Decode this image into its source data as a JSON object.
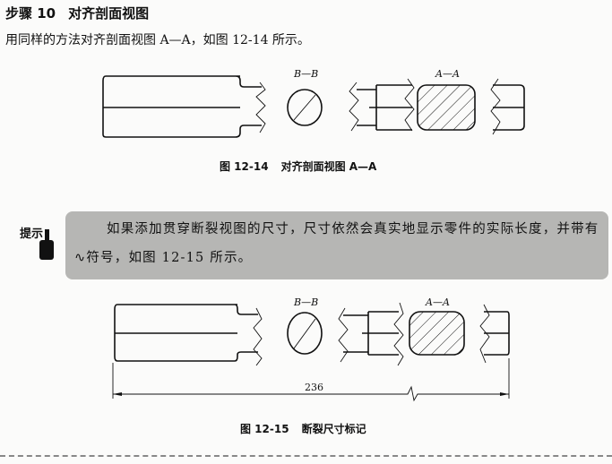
{
  "step": {
    "label": "步骤 10",
    "title": "对齐剖面视图"
  },
  "intro": "用同样的方法对齐剖面视图 A—A，如图 12-14 所示。",
  "figure1": {
    "number": "图 12-14",
    "caption": "对齐剖面视图 A—A",
    "section_b": "B—B",
    "section_a": "A—A"
  },
  "tip": {
    "label": "提示",
    "icon": "pointing-hand-icon",
    "text": "如果添加贯穿断裂视图的尺寸，尺寸依然会真实地显示零件的实际长度，并带有∿符号，如图 12-15 所示。"
  },
  "figure2": {
    "number": "图 12-15",
    "caption": "断裂尺寸标记",
    "section_b": "B—B",
    "section_a": "A—A",
    "dimension": "236"
  }
}
